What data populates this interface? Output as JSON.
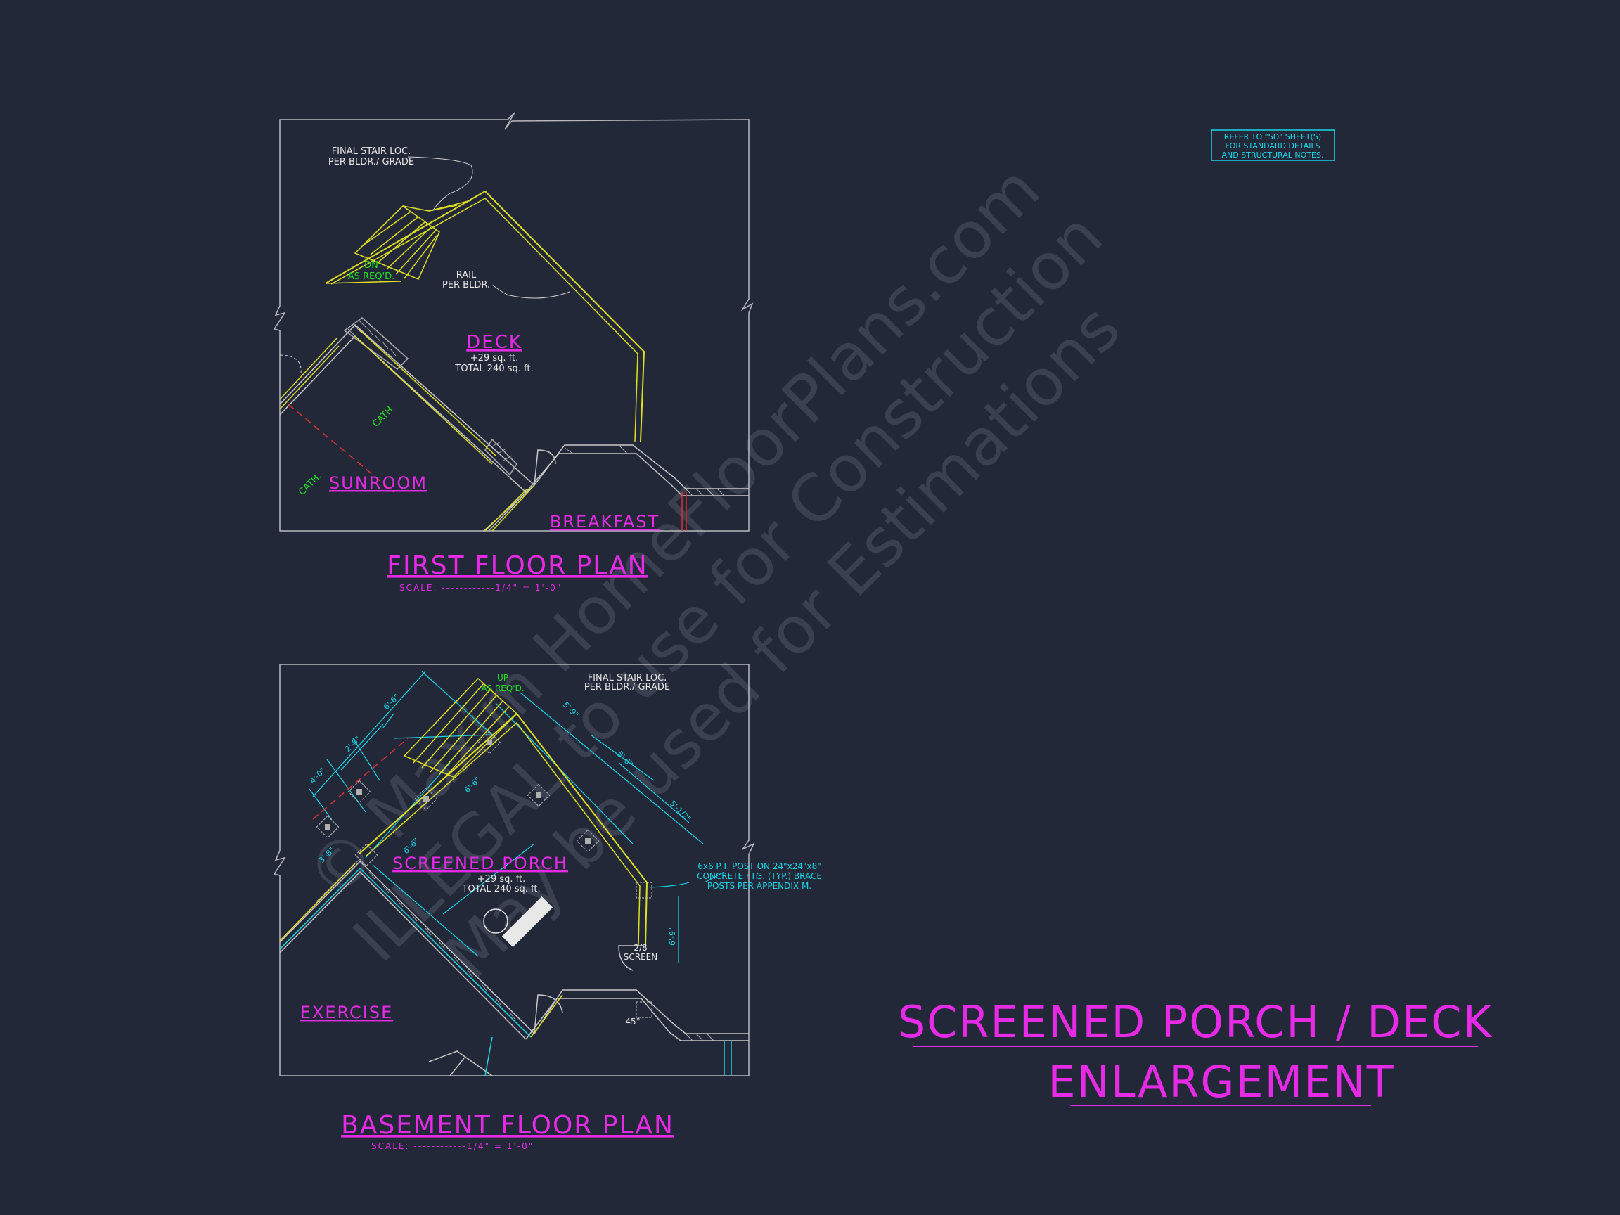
{
  "title": {
    "line1": "SCREENED PORCH / DECK",
    "line2": "ENLARGEMENT"
  },
  "note_box": {
    "line1": "REFER TO \"SD\" SHEET(S)",
    "line2": "FOR STANDARD DETAILS",
    "line3": "AND STRUCTURAL NOTES."
  },
  "watermark": {
    "line1": "© Maxim HomeFloorPlans.com",
    "line2": "ILLEGAL to use for Construction",
    "line3": "May be used for Estimations"
  },
  "first_floor": {
    "title": "FIRST FLOOR PLAN",
    "scale": "SCALE: ------------1/4\" = 1'-0\"",
    "stair_note_1": "FINAL STAIR LOC.",
    "stair_note_2": "PER BLDR./ GRADE",
    "dn": "DN",
    "as_reqd": "AS REQ'D.",
    "rail_1": "RAIL",
    "rail_2": "PER BLDR.",
    "deck": "DECK",
    "deck_area": "+29 sq. ft.",
    "deck_total": "TOTAL 240 sq. ft.",
    "cath_1": "CATH.",
    "cath_2": "CATH.",
    "sunroom": "SUNROOM",
    "breakfast": "BREAKFAST"
  },
  "basement": {
    "title": "BASEMENT FLOOR PLAN",
    "scale": "SCALE: ------------1/4\" = 1'-0\"",
    "up": "UP",
    "as_reqd": "AS REQ'D.",
    "stair_note_1": "FINAL STAIR LOC.",
    "stair_note_2": "PER BLDR./ GRADE",
    "screened_porch": "SCREENED PORCH",
    "porch_area": "+29 sq. ft.",
    "porch_total": "TOTAL 240 sq. ft.",
    "post_note_1": "6x6 P.T. POST ON 24\"x24\"x8\"",
    "post_note_2": "CONCRETE FTG. (TYP.) BRACE",
    "post_note_3": "POSTS PER APPENDIX M.",
    "screen_1": "2/8",
    "screen_2": "SCREEN",
    "exercise": "EXERCISE",
    "angle": "45°",
    "dims": [
      "6'-6\"",
      "2'-0\"",
      "4'-0\"",
      "6'-6\"",
      "5'-9\"",
      "5'-6\"",
      "5'-1/2\"",
      "6'-6\"",
      "6'-9\"",
      "3'-8\""
    ]
  },
  "colors": {
    "background": "#232838",
    "magenta": "#e62ae6",
    "yellow": "#e0e020",
    "cyan": "#18d8e8",
    "green": "#22e022",
    "white": "#e8e8e8"
  }
}
